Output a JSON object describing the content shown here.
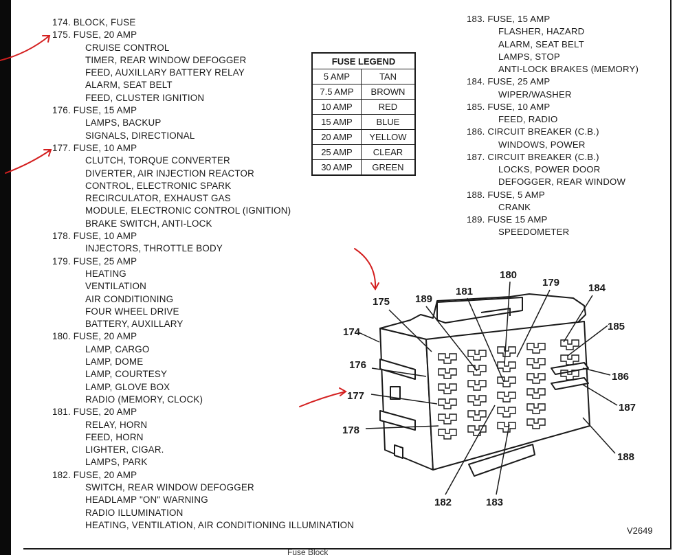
{
  "left_list": [
    {
      "head": "174. BLOCK, FUSE",
      "items": []
    },
    {
      "head": "175. FUSE, 20 AMP",
      "items": [
        "CRUISE CONTROL",
        "TIMER, REAR WINDOW DEFOGGER",
        "FEED, AUXILLARY BATTERY RELAY",
        "ALARM, SEAT BELT",
        "FEED, CLUSTER IGNITION"
      ]
    },
    {
      "head": "176. FUSE, 15 AMP",
      "items": [
        "LAMPS, BACKUP",
        "SIGNALS, DIRECTIONAL"
      ]
    },
    {
      "head": "177. FUSE, 10 AMP",
      "items": [
        "CLUTCH, TORQUE CONVERTER",
        "DIVERTER, AIR INJECTION REACTOR",
        "CONTROL, ELECTRONIC SPARK",
        "RECIRCULATOR, EXHAUST GAS",
        "MODULE, ELECTRONIC CONTROL (IGNITION)",
        "BRAKE SWITCH, ANTI-LOCK"
      ]
    },
    {
      "head": "178. FUSE, 10 AMP",
      "items": [
        "INJECTORS, THROTTLE BODY"
      ]
    },
    {
      "head": "179. FUSE, 25 AMP",
      "items": [
        "HEATING",
        "VENTILATION",
        "AIR CONDITIONING",
        "FOUR WHEEL DRIVE",
        "BATTERY, AUXILLARY"
      ]
    },
    {
      "head": "180. FUSE, 20 AMP",
      "items": [
        "LAMP, CARGO",
        "LAMP, DOME",
        "LAMP, COURTESY",
        "LAMP, GLOVE BOX",
        "RADIO (MEMORY, CLOCK)"
      ]
    },
    {
      "head": "181. FUSE, 20 AMP",
      "items": [
        "RELAY, HORN",
        "FEED, HORN",
        "LIGHTER, CIGAR.",
        "LAMPS, PARK"
      ]
    },
    {
      "head": "182. FUSE, 20 AMP",
      "items": [
        "SWITCH, REAR WINDOW DEFOGGER",
        "HEADLAMP \"ON\" WARNING",
        "RADIO ILLUMINATION",
        "HEATING, VENTILATION, AIR CONDITIONING ILLUMINATION"
      ]
    }
  ],
  "right_list": [
    {
      "head": "183. FUSE, 15 AMP",
      "items": [
        "FLASHER, HAZARD",
        "ALARM, SEAT BELT",
        "LAMPS, STOP",
        "ANTI-LOCK BRAKES (MEMORY)"
      ]
    },
    {
      "head": "184. FUSE, 25 AMP",
      "items": [
        "WIPER/WASHER"
      ]
    },
    {
      "head": "185. FUSE, 10 AMP",
      "items": [
        "FEED, RADIO"
      ]
    },
    {
      "head": "186. CIRCUIT BREAKER (C.B.)",
      "items": [
        "WINDOWS, POWER"
      ]
    },
    {
      "head": "187. CIRCUIT BREAKER (C.B.)",
      "items": [
        "LOCKS, POWER DOOR",
        "DEFOGGER, REAR WINDOW"
      ]
    },
    {
      "head": "188. FUSE, 5 AMP",
      "items": [
        "CRANK"
      ]
    },
    {
      "head": "189. FUSE 15 AMP",
      "items": [
        "SPEEDOMETER"
      ]
    }
  ],
  "legend": {
    "title": "FUSE LEGEND",
    "rows": [
      {
        "amp": "5 AMP",
        "color": "TAN"
      },
      {
        "amp": "7.5 AMP",
        "color": "BROWN"
      },
      {
        "amp": "10 AMP",
        "color": "RED"
      },
      {
        "amp": "15 AMP",
        "color": "BLUE"
      },
      {
        "amp": "20 AMP",
        "color": "YELLOW"
      },
      {
        "amp": "25 AMP",
        "color": "CLEAR"
      },
      {
        "amp": "30 AMP",
        "color": "GREEN"
      }
    ]
  },
  "diagram": {
    "callouts": [
      "174",
      "175",
      "176",
      "177",
      "178",
      "179",
      "180",
      "181",
      "182",
      "183",
      "184",
      "185",
      "186",
      "187",
      "188",
      "189"
    ]
  },
  "annotation_color": "#d42020",
  "figure_code": "V2649",
  "footer_fragment": "Fuse Block"
}
